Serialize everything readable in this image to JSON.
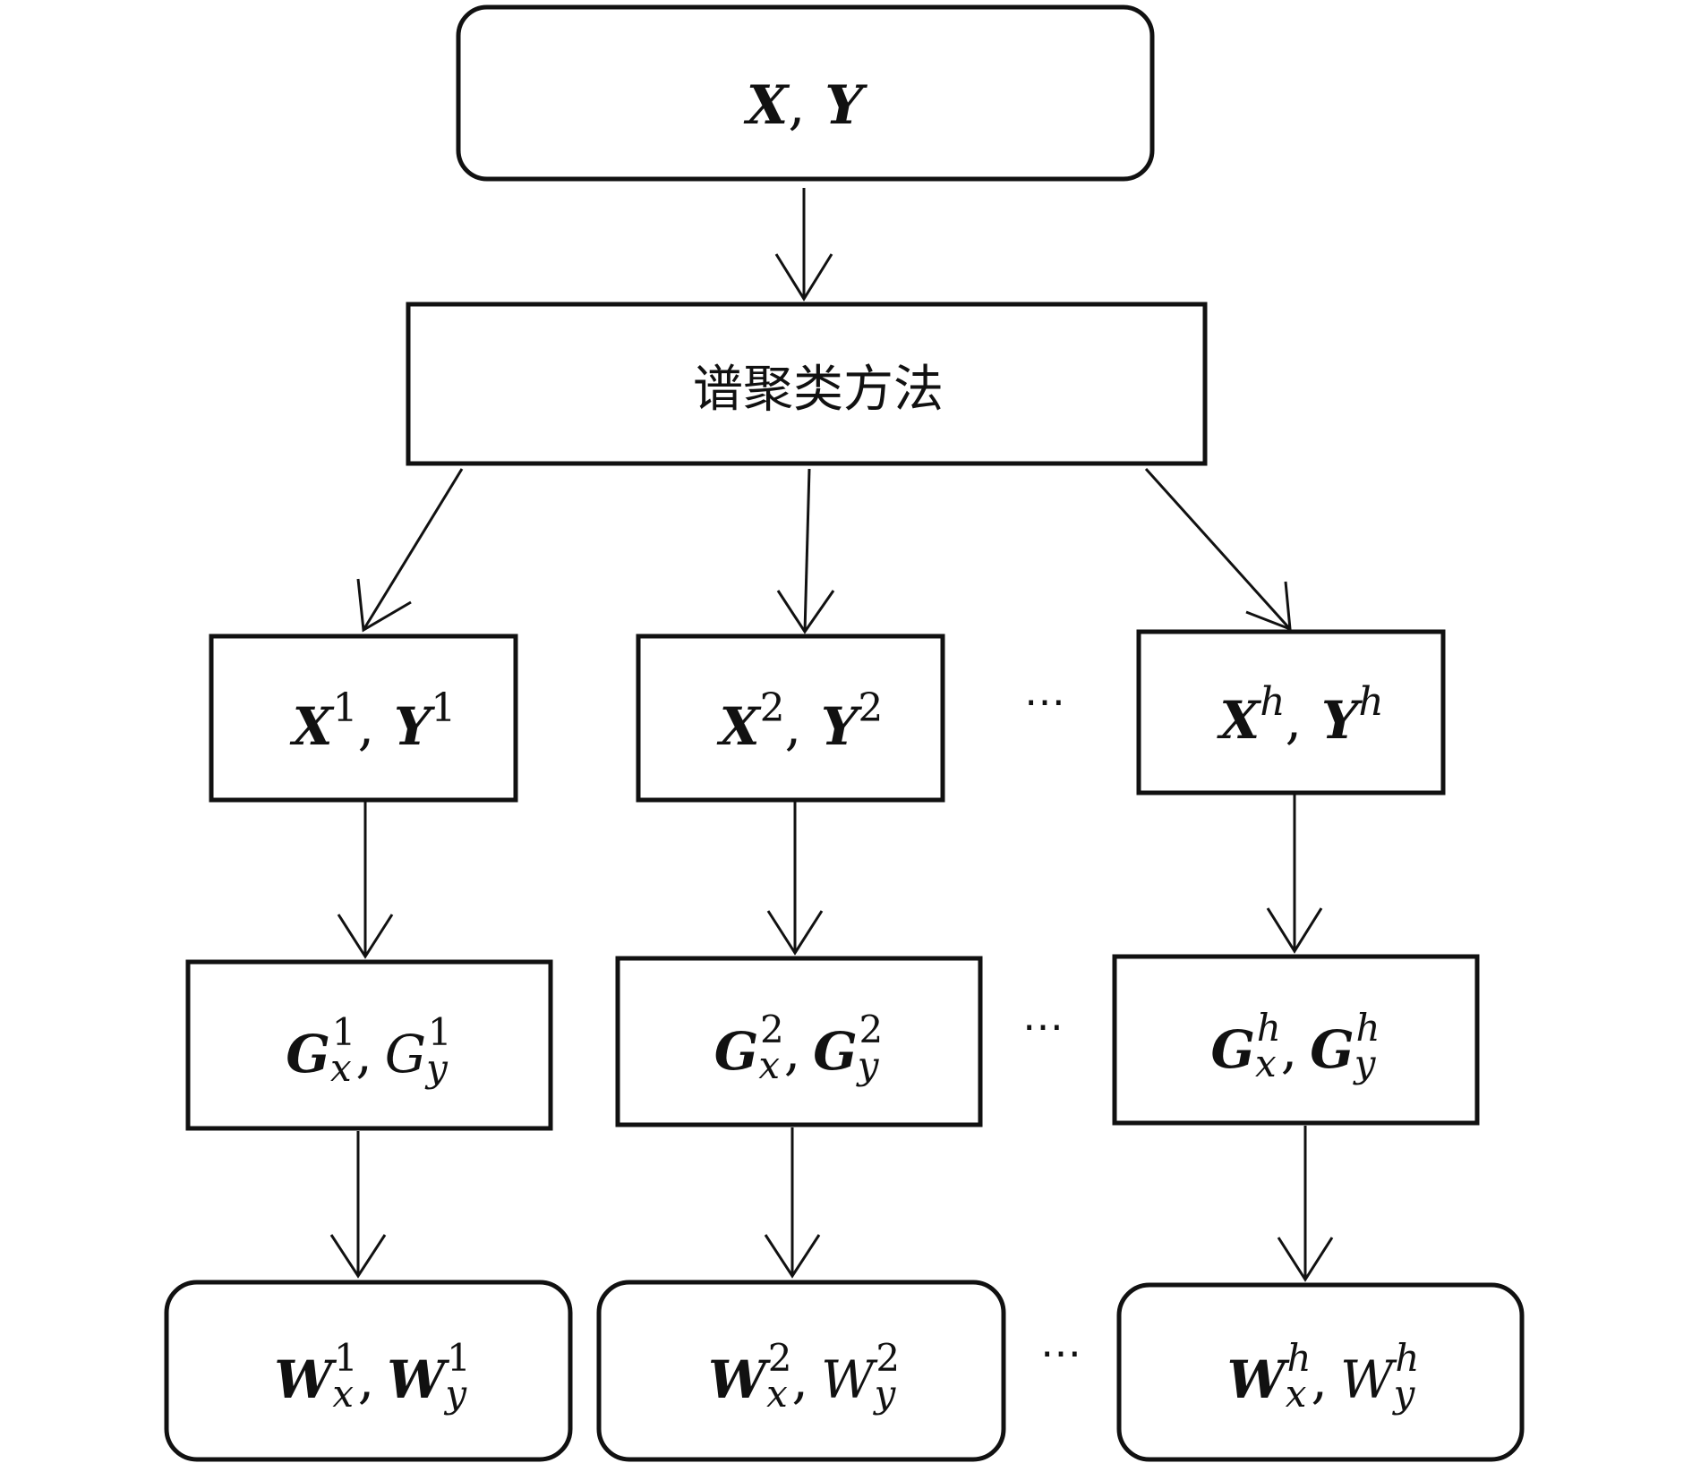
{
  "top": {
    "X": "X",
    "sep": ",",
    "Y": "Y"
  },
  "method": {
    "label": "谱聚类方法"
  },
  "clusters": [
    {
      "X": "X",
      "sup": "1",
      "sep": ",",
      "Y": "Y",
      "G_x": "G",
      "x_sub": "x",
      "G_y": "G",
      "y_sub": "y",
      "W_x": "W",
      "W_y": "W"
    },
    {
      "X": "X",
      "sup": "2",
      "sep": ",",
      "Y": "Y",
      "G_x": "G",
      "x_sub": "x",
      "G_y": "G",
      "y_sub": "y",
      "W_x": "W",
      "W_y": "W"
    },
    {
      "X": "X",
      "sup": "h",
      "sep": ",",
      "Y": "Y",
      "G_x": "G",
      "x_sub": "x",
      "G_y": "G",
      "y_sub": "y",
      "W_x": "W",
      "W_y": "W"
    }
  ],
  "ellipsis": "⋯"
}
